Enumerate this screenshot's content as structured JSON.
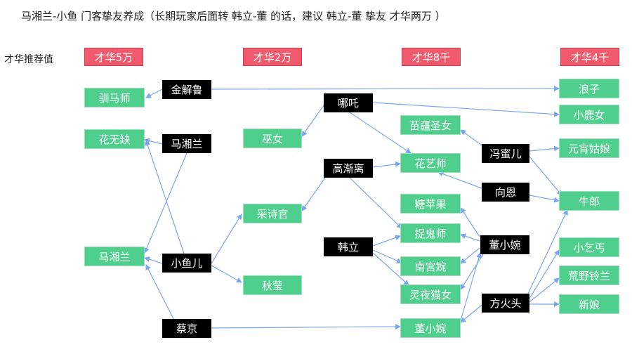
{
  "title": "马湘兰-小鱼 门客挚友养成（长期玩家后面转 韩立-董 的话，建议 韩立-董 挚友 才华两万 ）",
  "row_label": "才华推荐值",
  "headers": [
    "才华5万",
    "才华2万",
    "才华8千",
    "才华4千"
  ],
  "colors": {
    "red": "#f05a6c",
    "green": "#4fcf8d",
    "black": "#000000",
    "line": "#7aa7ef"
  },
  "nodes": {
    "xunmashi": "驯马师",
    "huawuque": "花无缺",
    "maxianglan_left": "马湘兰",
    "jinjielu": "金解鲁",
    "maxianglan_mid": "马湘兰",
    "xiaoyuer": "小鱼儿",
    "caijing": "蔡京",
    "wunv": "巫女",
    "caishiguan": "采诗官",
    "qiuying": "秋莹",
    "nezha": "哪吒",
    "gaojianli": "高渐离",
    "hanli": "韩立",
    "miaojiangshengnv": "苗疆圣女",
    "huayishi": "花艺师",
    "tangpingguo": "糖苹果",
    "zhuoguishi": "捉鬼师",
    "nangongwan_a": "南宫婉",
    "lingyemaonv": "灵夜猫女",
    "dongxiaowan_a": "董小婉",
    "fengmier": "冯蜜儿",
    "xiangen": "向恩",
    "dongxiaowan_b": "董小婉",
    "fanghuotou": "方火头",
    "langzi": "浪子",
    "xiaolunv": "小鹿女",
    "yuanxiaoguniang": "元宵姑娘",
    "niulang": "牛郎",
    "xiaoqigai": "小乞丐",
    "huangyelinglan": "荒野铃兰",
    "xinniang": "新娘"
  }
}
